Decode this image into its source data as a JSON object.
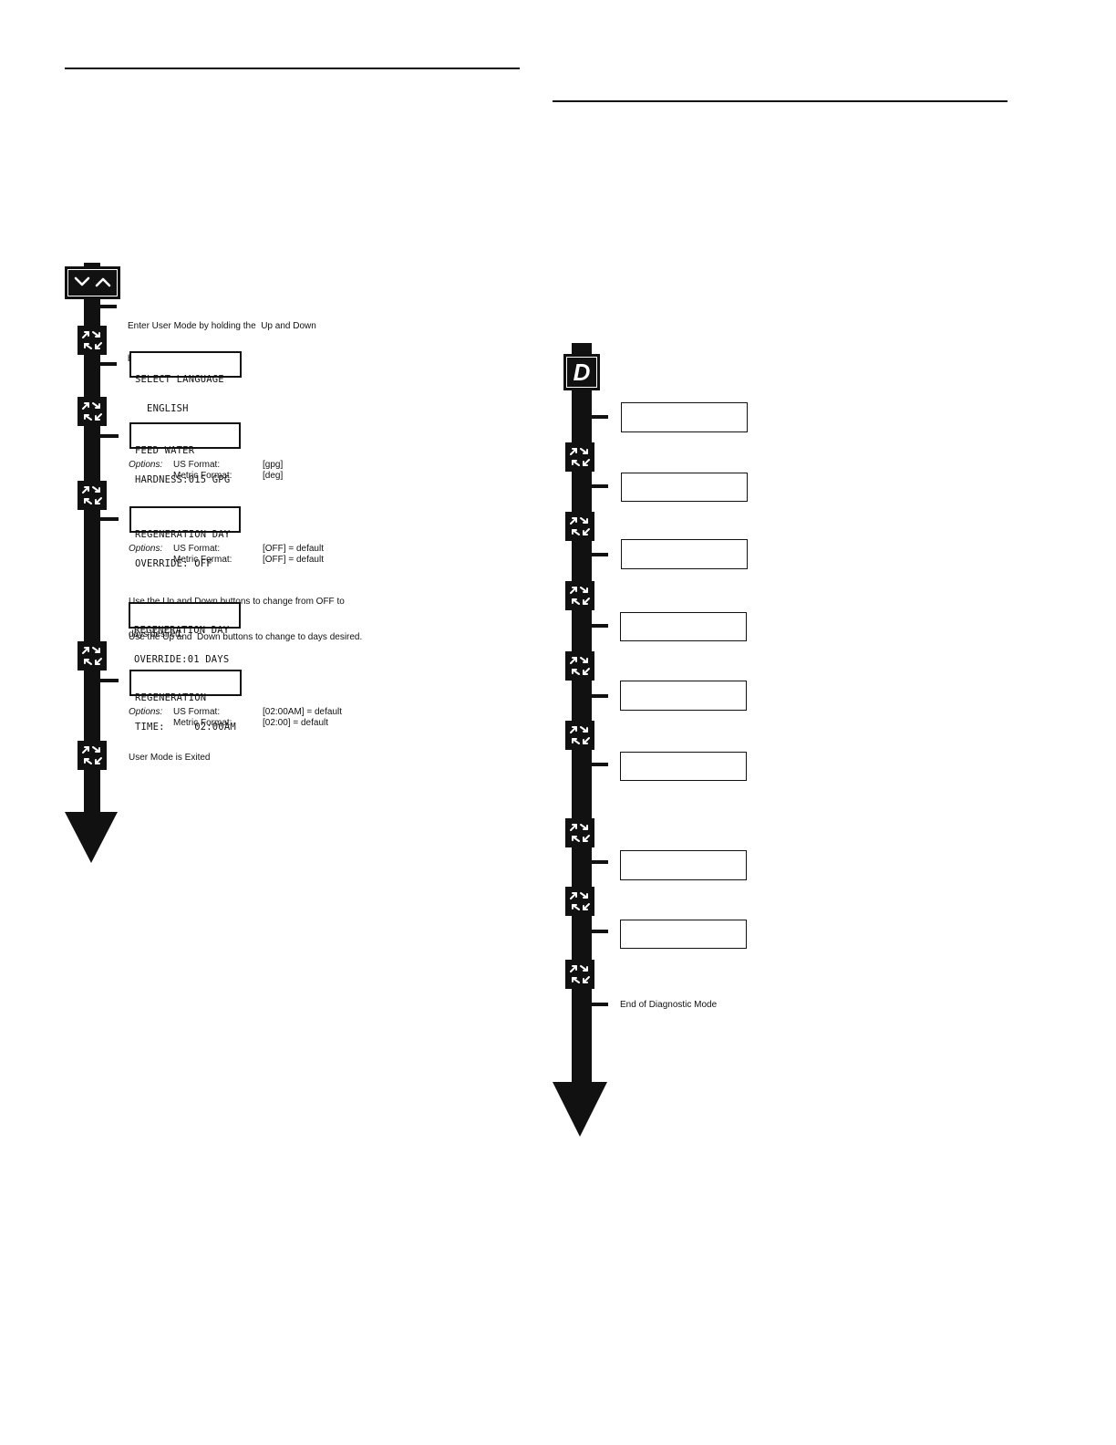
{
  "user_mode": {
    "enter_line1": "Enter User Mode by holding the  Up and Down",
    "enter_line2": "buttons for five (5) seconds.",
    "select_language": {
      "line1": "SELECT LANGUAGE",
      "line2": "  ENGLISH"
    },
    "feed_water": {
      "line1": "FEED WATER",
      "line2": "HARDNESS:015 GPG"
    },
    "feed_options": {
      "label": "Options:",
      "us_label": "US Format:",
      "us_value": "[gpg]",
      "metric_label": "Metric Format:",
      "metric_value": "[deg]"
    },
    "regen_day_off": {
      "line1": "REGENERATION DAY",
      "line2": "OVERRIDE: OFF"
    },
    "regen_day_options": {
      "label": "Options:",
      "us_label": "US Format:",
      "us_value": "[OFF] = default",
      "metric_label": "Metric Format:",
      "metric_value": "[OFF] = default"
    },
    "change_off_line1": "Use the Up and Down buttons to change from OFF to",
    "change_off_line2": "days desired.",
    "regen_day_days": {
      "line1": "REGENERATION DAY",
      "line2": "OVERRIDE:01 DAYS"
    },
    "change_days": "Use the Up and  Down buttons to change to days desired.",
    "regen_time": {
      "line1": "REGENERATION",
      "line2": "TIME:     02:00AM"
    },
    "regen_time_options": {
      "label": "Options:",
      "us_label": "US Format:",
      "us_value": "[02:00AM] = default",
      "metric_label": "Metric Format:",
      "metric_value": "[02:00] = default"
    },
    "exited": "User Mode is Exited"
  },
  "diagnostic_mode": {
    "button_letter": "D",
    "end_text": "End of Diagnostic Mode"
  },
  "icons": {
    "up_down": "up-down-buttons-icon",
    "regen": "regeneration-arrows-icon",
    "diagnostic": "diagnostic-d-icon"
  }
}
